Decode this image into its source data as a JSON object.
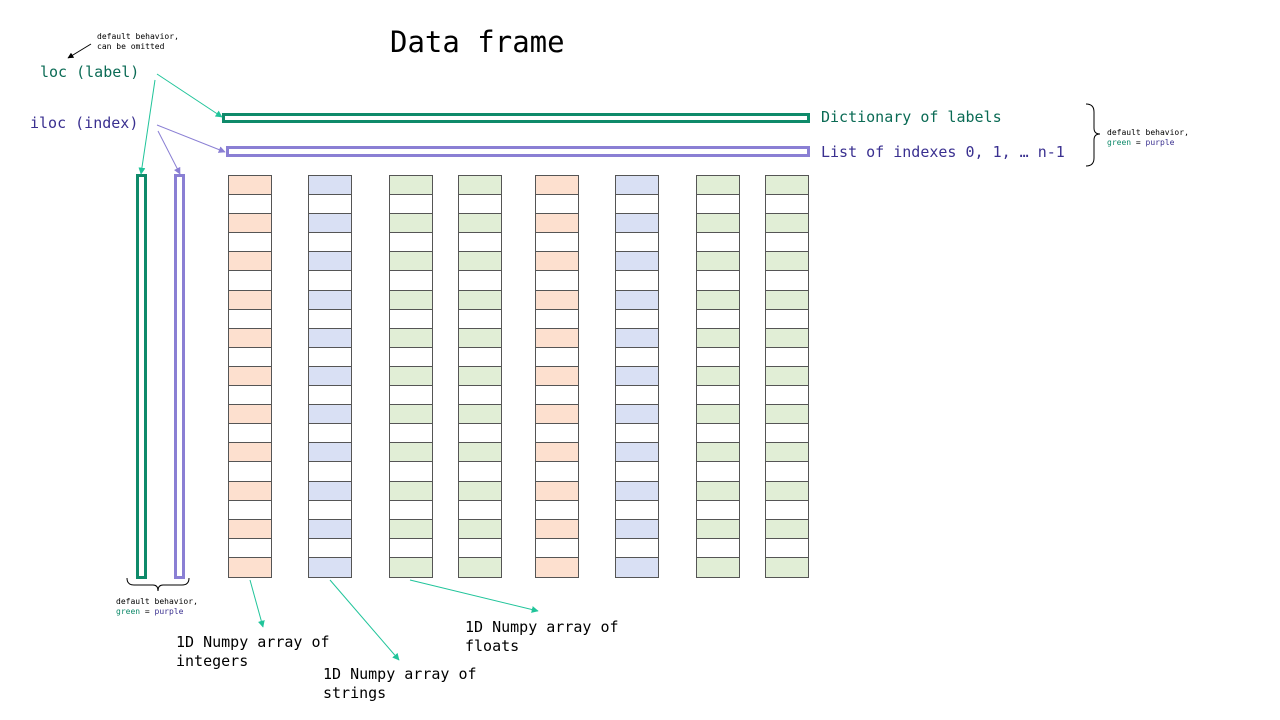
{
  "title": "Data frame",
  "loc_label": "loc (label)",
  "iloc_label": "iloc (index)",
  "dict_label": "Dictionary of labels",
  "list_label": "List of indexes 0, 1, … n-1",
  "note_top": {
    "line1": "default behavior,",
    "line2": "can be omitted"
  },
  "note_right": {
    "line1": "default behavior,",
    "green": "green",
    "eq": " = ",
    "purple": "purple"
  },
  "note_bottom": {
    "line1": "default behavior,",
    "green": "green",
    "eq": " = ",
    "purple": "purple"
  },
  "array_labels": {
    "integers": "1D Numpy array of integers",
    "strings": "1D Numpy array of strings",
    "floats": "1D Numpy array of floats"
  },
  "colors": {
    "green": "#0f8a6a",
    "purple": "#8a7fd4",
    "dark_green_text": "#0b6b55",
    "dark_purple_text": "#3a3090",
    "arrow": "#20c49a",
    "fill_orange": "#fde0cf",
    "fill_blue": "#d9e0f4",
    "fill_green": "#e1eed6",
    "cell_border": "#555555"
  },
  "columns": [
    {
      "type": "integers",
      "fill": "#fde0cf"
    },
    {
      "type": "strings",
      "fill": "#d9e0f4"
    },
    {
      "type": "floats",
      "fill": "#e1eed6"
    },
    {
      "type": "floats",
      "fill": "#e1eed6"
    },
    {
      "type": "integers",
      "fill": "#fde0cf"
    },
    {
      "type": "strings",
      "fill": "#d9e0f4"
    },
    {
      "type": "floats",
      "fill": "#e1eed6"
    },
    {
      "type": "floats",
      "fill": "#e1eed6"
    }
  ],
  "rows_per_column": 21
}
